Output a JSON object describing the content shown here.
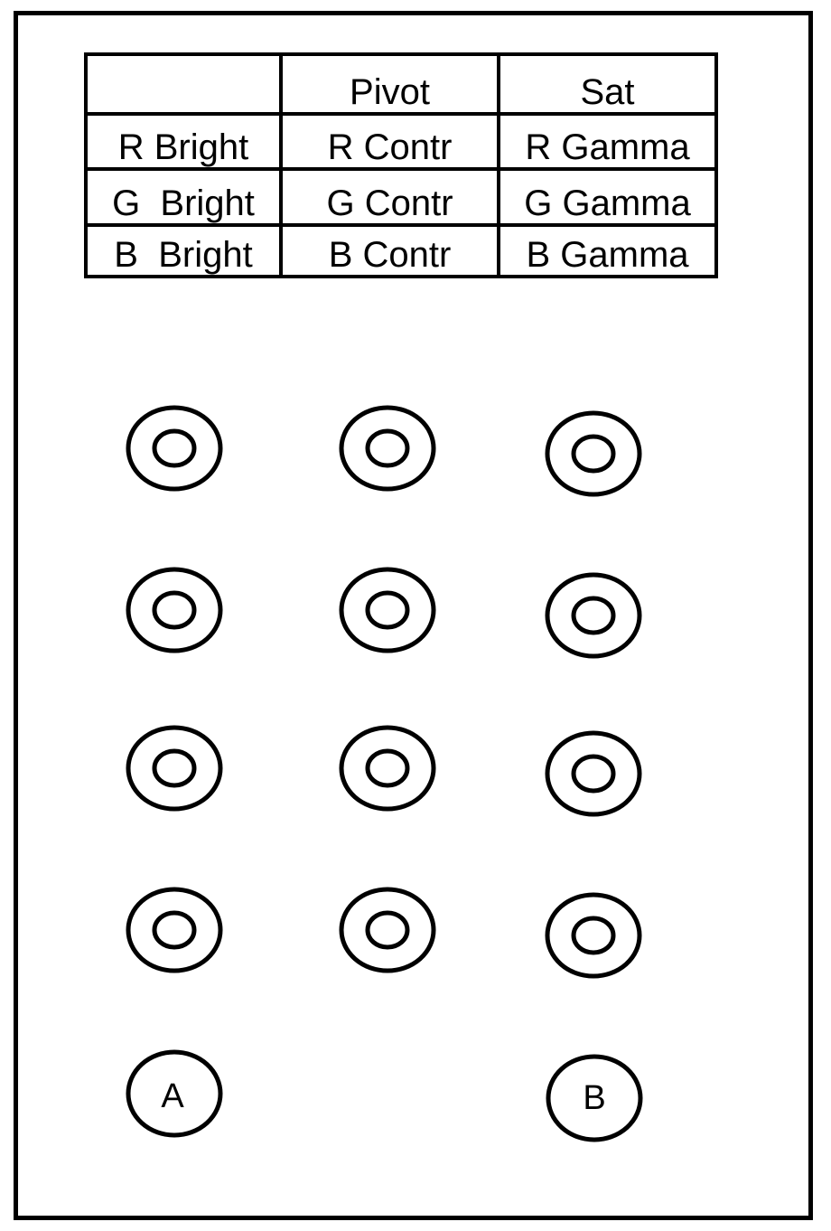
{
  "table": {
    "header": [
      "",
      "Pivot",
      "Sat"
    ],
    "rows": [
      [
        "R Bright",
        "R Contr",
        "R Gamma"
      ],
      [
        "G  Bright",
        "G Contr",
        "G Gamma"
      ],
      [
        "B  Bright",
        "B Contr",
        "B Gamma"
      ]
    ]
  },
  "knobs": {
    "rows": 4,
    "columns": 3
  },
  "buttons": {
    "a_label": "A",
    "b_label": "B"
  },
  "colors": {
    "stroke": "#000000",
    "background": "#ffffff"
  }
}
